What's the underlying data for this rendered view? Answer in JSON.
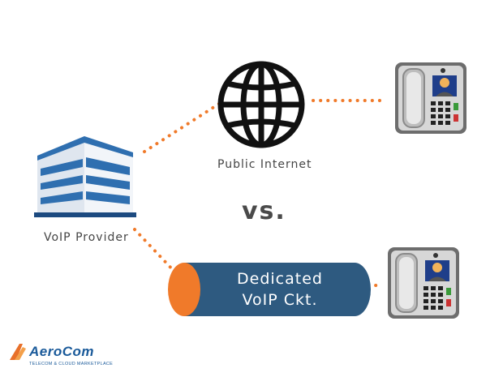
{
  "diagram": {
    "public_internet_label": "Public Internet",
    "vs_label": "vs.",
    "provider_label": "VoIP Provider",
    "pipe_line1": "Dedicated",
    "pipe_line2": "VoIP Ckt."
  },
  "logo": {
    "name": "AeroCom",
    "tagline": "TELECOM & CLOUD MARKETPLACE"
  },
  "colors": {
    "dots": "#f07a2a",
    "pipe": "#2e5a80",
    "pipe_cap": "#f07a2a",
    "building": "#2f6fb0",
    "globe": "#111111"
  }
}
